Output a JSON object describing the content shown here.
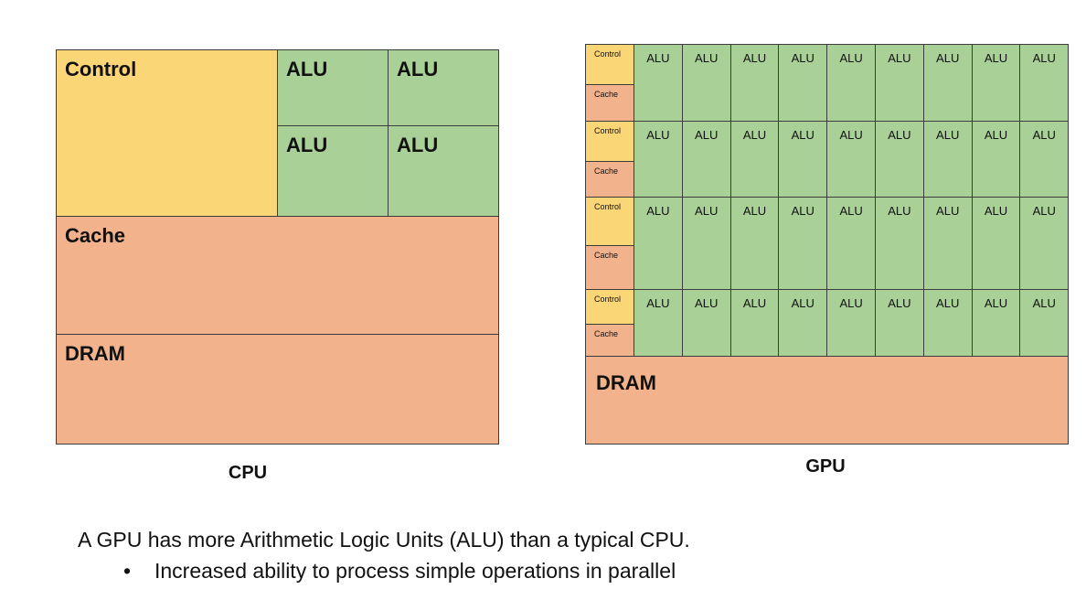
{
  "colors": {
    "control": "#fad676",
    "alu": "#a9d097",
    "cache_dram": "#f1b28c",
    "border": "#3c3c3c"
  },
  "cpu": {
    "control": "Control",
    "alu": [
      "ALU",
      "ALU",
      "ALU",
      "ALU"
    ],
    "cache": "Cache",
    "dram": "DRAM",
    "caption": "CPU"
  },
  "gpu": {
    "rows": [
      {
        "control": "Control",
        "cache": "Cache",
        "alus": [
          "ALU",
          "ALU",
          "ALU",
          "ALU",
          "ALU",
          "ALU",
          "ALU",
          "ALU",
          "ALU"
        ]
      },
      {
        "control": "Control",
        "cache": "Cache",
        "alus": [
          "ALU",
          "ALU",
          "ALU",
          "ALU",
          "ALU",
          "ALU",
          "ALU",
          "ALU",
          "ALU"
        ]
      },
      {
        "control": "Control",
        "cache": "Cache",
        "alus": [
          "ALU",
          "ALU",
          "ALU",
          "ALU",
          "ALU",
          "ALU",
          "ALU",
          "ALU",
          "ALU"
        ]
      },
      {
        "control": "Control",
        "cache": "Cache",
        "alus": [
          "ALU",
          "ALU",
          "ALU",
          "ALU",
          "ALU",
          "ALU",
          "ALU",
          "ALU",
          "ALU"
        ]
      }
    ],
    "dram": "DRAM",
    "caption": "GPU"
  },
  "text": {
    "line1": "A GPU has more Arithmetic Logic Units (ALU) than a typical CPU.",
    "bullet_glyph": "•",
    "line2": "Increased ability to process simple operations in parallel"
  }
}
